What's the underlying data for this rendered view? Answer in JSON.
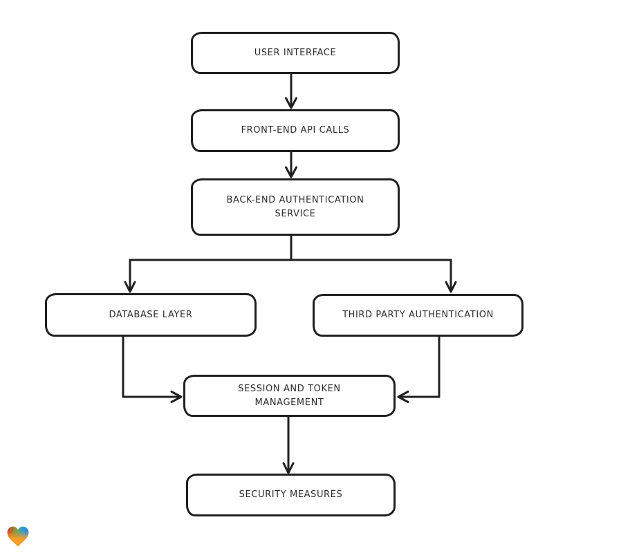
{
  "diagram": {
    "type": "flowchart",
    "background": "#ffffff",
    "style": {
      "node_stroke": "#1f1f1f",
      "node_fill": "#ffffff",
      "arrow_color": "#1f1f1f",
      "text_color": "#2b2b2b"
    },
    "nodes": [
      {
        "id": "user-interface",
        "lines": [
          "USER INTERFACE"
        ]
      },
      {
        "id": "front-end-api-calls",
        "lines": [
          "FRONT-END API CALLS"
        ]
      },
      {
        "id": "back-end-authentication-service",
        "lines": [
          "BACK-END AUTHENTICATION",
          "SERVICE"
        ]
      },
      {
        "id": "database-layer",
        "lines": [
          "DATABASE LAYER"
        ]
      },
      {
        "id": "third-party-authentication",
        "lines": [
          "THIRD PARTY AUTHENTICATION"
        ]
      },
      {
        "id": "session-and-token-management",
        "lines": [
          "SESSION AND TOKEN",
          "MANAGEMENT"
        ]
      },
      {
        "id": "security-measures",
        "lines": [
          "SECURITY MEASURES"
        ]
      }
    ],
    "edges": [
      {
        "from": "user-interface",
        "to": "front-end-api-calls"
      },
      {
        "from": "front-end-api-calls",
        "to": "back-end-authentication-service"
      },
      {
        "from": "back-end-authentication-service",
        "to": "database-layer"
      },
      {
        "from": "back-end-authentication-service",
        "to": "third-party-authentication"
      },
      {
        "from": "database-layer",
        "to": "session-and-token-management"
      },
      {
        "from": "third-party-authentication",
        "to": "session-and-token-management"
      },
      {
        "from": "session-and-token-management",
        "to": "security-measures"
      }
    ],
    "watermark": {
      "icon": "heart-icon",
      "colors": [
        "#e03a2f",
        "#7aa43c",
        "#2f9fd6",
        "#f79d28"
      ]
    }
  }
}
